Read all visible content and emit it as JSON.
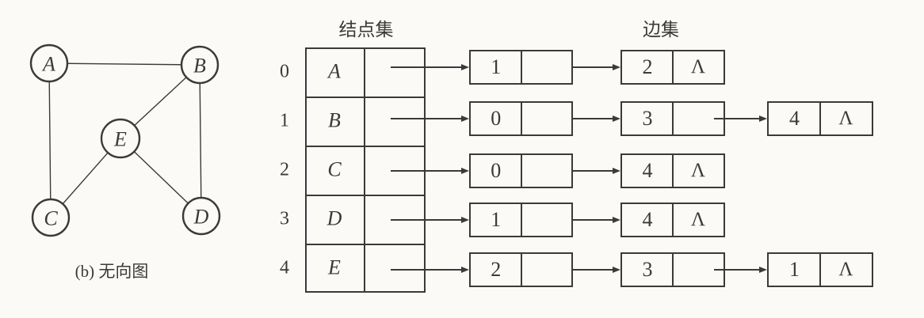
{
  "figure": {
    "graph": {
      "caption": "(b) 无向图",
      "nodes": [
        {
          "id": "A",
          "label": "A"
        },
        {
          "id": "B",
          "label": "B"
        },
        {
          "id": "C",
          "label": "C"
        },
        {
          "id": "D",
          "label": "D"
        },
        {
          "id": "E",
          "label": "E"
        }
      ],
      "edges": [
        [
          "A",
          "B"
        ],
        [
          "A",
          "C"
        ],
        [
          "B",
          "E"
        ],
        [
          "B",
          "D"
        ],
        [
          "C",
          "E"
        ],
        [
          "E",
          "D"
        ]
      ]
    },
    "adjacency_list": {
      "node_set_header": "结点集",
      "edge_set_header": "边集",
      "null_symbol": "Λ",
      "rows": [
        {
          "index": "0",
          "vertex": "A",
          "targets": [
            "1",
            "2"
          ]
        },
        {
          "index": "1",
          "vertex": "B",
          "targets": [
            "0",
            "3",
            "4"
          ]
        },
        {
          "index": "2",
          "vertex": "C",
          "targets": [
            "0",
            "4"
          ]
        },
        {
          "index": "3",
          "vertex": "D",
          "targets": [
            "1",
            "4"
          ]
        },
        {
          "index": "4",
          "vertex": "E",
          "targets": [
            "2",
            "3",
            "1"
          ]
        }
      ]
    },
    "colors": {
      "ink": "#3a3a3a",
      "paper": "#fbfaf6"
    }
  }
}
